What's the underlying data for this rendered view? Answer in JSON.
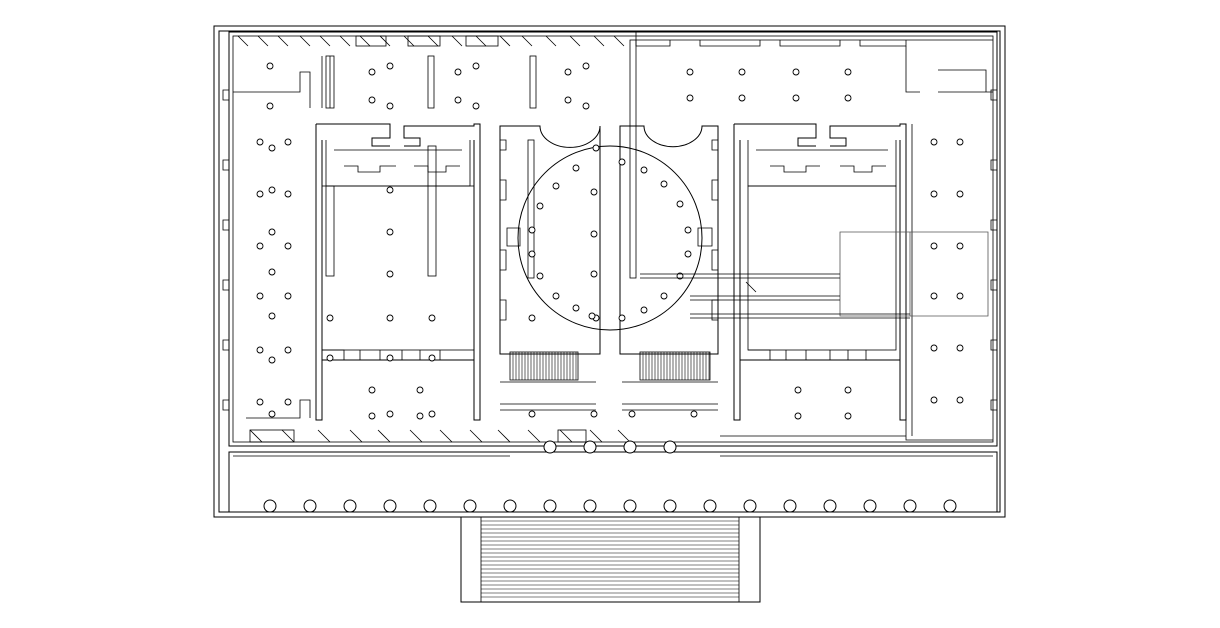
{
  "drawing": {
    "kind": "architectural-floor-plan",
    "text_labels": [],
    "line_color": "#000000",
    "background_color": "#ffffff",
    "accent_line_color": "#555555",
    "features": [
      "outer-enclosure",
      "front-portico-colonnade",
      "front-entrance-stair",
      "left-wing",
      "right-wing",
      "left-court",
      "right-court",
      "central-rotunda",
      "internal-stairs",
      "window-openings"
    ]
  }
}
